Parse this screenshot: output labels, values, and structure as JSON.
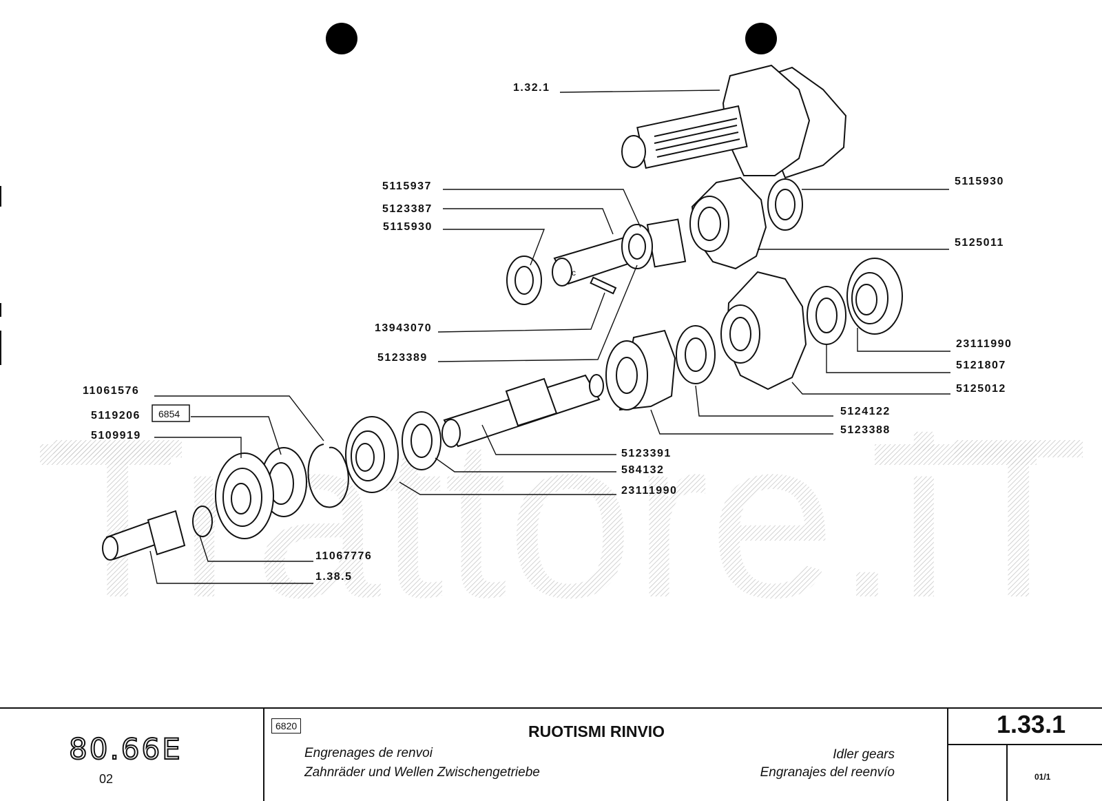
{
  "drawing": {
    "labels": {
      "p1_32_1": "1.32.1",
      "p5115937": "5115937",
      "p5123387": "5123387",
      "p5115930a": "5115930",
      "p13943070": "13943070",
      "p5123389": "5123389",
      "p5115930b": "5115930",
      "p5125011": "5125011",
      "p23111990a": "23111990",
      "p5121807": "5121807",
      "p5125012": "5125012",
      "p5124122": "5124122",
      "p5123388": "5123388",
      "p11061576": "11061576",
      "p5119206": "5119206",
      "p5119206_box": "6854",
      "p5109919": "5109919",
      "p5123391": "5123391",
      "p584132": "584132",
      "p23111990b": "23111990",
      "p11067776": "11067776",
      "p1_38_5": "1.38.5"
    },
    "watermark": "Trattore.iT"
  },
  "title_block": {
    "model": "80.66E",
    "model_sub": "02",
    "ref_box": "6820",
    "title": "RUOTISMI RINVIO",
    "fr": "Engrenages de renvoi",
    "de": "Zahnräder und Wellen Zwischengetriebe",
    "en": "Idler gears",
    "es": "Engranajes del reenvío",
    "page": "1.33.1",
    "sheet": "01/1"
  }
}
